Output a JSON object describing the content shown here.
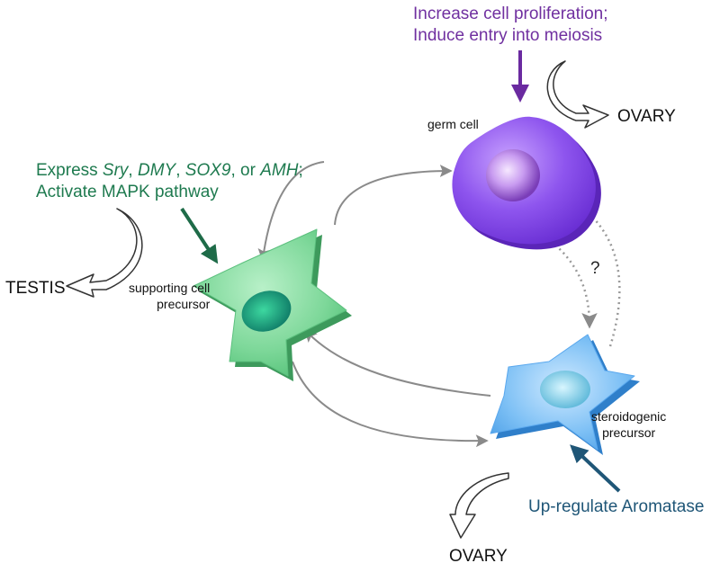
{
  "germ_cell": {
    "label": "germ cell",
    "instruction_line1": "Increase cell proliferation;",
    "instruction_line2": "Induce entry into meiosis",
    "fate": "OVARY",
    "color": "#7b3fe4"
  },
  "supporting_cell": {
    "label_line1": "supporting cell",
    "label_line2": "precursor",
    "instruction_line1": {
      "t1": "Express ",
      "g1": "Sry",
      "t2": ", ",
      "g2": "DMY",
      "t3": ", ",
      "g3": "SOX9",
      "t4": ", or ",
      "g4": "AMH",
      "t5": ";"
    },
    "instruction_line2": "Activate MAPK pathway",
    "fate": "TESTIS",
    "color": "#2e8b57"
  },
  "steroidogenic_cell": {
    "label_line1": "steroidogenic",
    "label_line2": "precursor",
    "instruction": "Up-regulate Aromatase",
    "fate": "OVARY",
    "color": "#1f5677"
  },
  "unknown_interaction": "?"
}
